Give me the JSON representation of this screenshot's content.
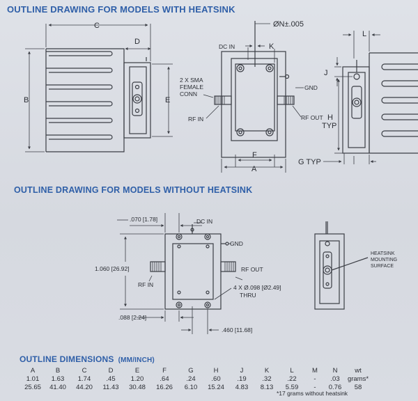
{
  "headings": {
    "with_heatsink": "OUTLINE DRAWING FOR MODELS WITH HEATSINK",
    "without_heatsink": "OUTLINE DRAWING FOR MODELS WITHOUT HEATSINK",
    "dimensions": "OUTLINE DIMENSIONS",
    "dimensions_unit": "(MM/INCH)"
  },
  "top_labels": {
    "C": "C",
    "D": "D",
    "B": "B",
    "E": "E",
    "N": "ØN±.005",
    "dc_in": "DC IN",
    "K": "K",
    "sma_1": "2 X SMA",
    "sma_2": "FEMALE",
    "sma_3": "CONN",
    "gnd": "GND",
    "rf_in": "RF IN",
    "rf_out": "RF OUT",
    "F": "F",
    "A": "A",
    "L": "L",
    "J": "J",
    "H": "H",
    "typ": "TYP",
    "g_typ": "G TYP"
  },
  "mid_labels": {
    "d070": ".070 [1.78]",
    "dc_in": "DC IN",
    "gnd": "GND",
    "d1060": "1.060 [26.92]",
    "rf_out": "RF OUT",
    "rf_in": "RF IN",
    "holes_1": "4 X Ø.098 [Ø2.49]",
    "holes_2": "THRU",
    "d088": ".088 [2.24]",
    "d460": ".460 [11.68]",
    "heatsink_1": "HEATSINK",
    "heatsink_2": "MOUNTING",
    "heatsink_3": "SURFACE"
  },
  "dimensions": {
    "headers": [
      "A",
      "B",
      "C",
      "D",
      "E",
      "F",
      "G",
      "H",
      "J",
      "K",
      "L",
      "M",
      "N",
      "wt"
    ],
    "inch": [
      "1.01",
      "1.63",
      "1.74",
      ".45",
      "1.20",
      ".64",
      ".24",
      ".60",
      ".19",
      ".32",
      ".22",
      "-",
      ".03",
      "grams*"
    ],
    "mm": [
      "25.65",
      "41.40",
      "44.20",
      "11.43",
      "30.48",
      "16.26",
      "6.10",
      "15.24",
      "4.83",
      "8.13",
      "5.59",
      "-",
      "0.76",
      "58"
    ],
    "footnote": "*17 grams without heatsink"
  },
  "colors": {
    "heading": "#2f5fa8",
    "line": "#3a3d44",
    "background": "#dcdfe6"
  }
}
